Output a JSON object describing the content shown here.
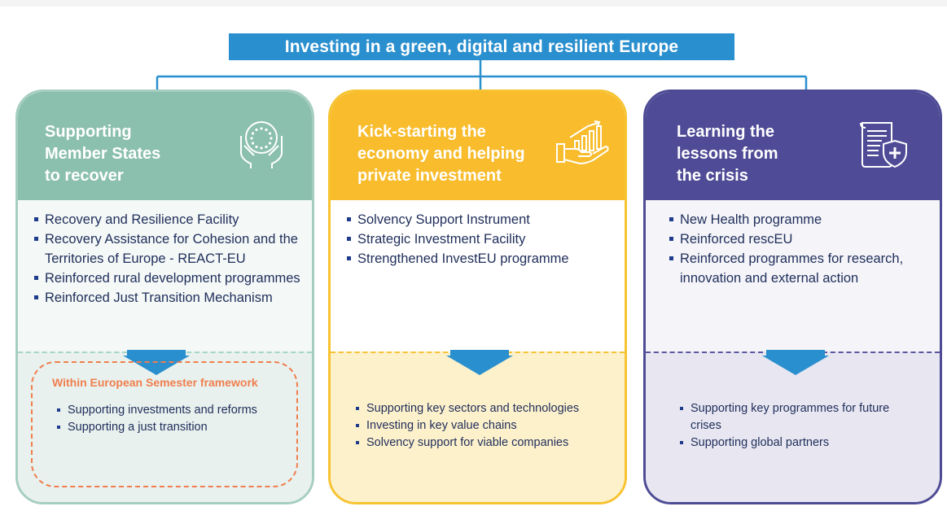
{
  "banner": {
    "title": "Investing in a green, digital and resilient Europe"
  },
  "colors": {
    "banner": "#2a8fce",
    "teal": "#8bbfae",
    "yellow": "#f8bc2c",
    "purple": "#4f4b96",
    "semester_frame": "#f07e4e",
    "bullet_text": "#1f2e5a"
  },
  "pillars": [
    {
      "title": "Supporting\nMember States\nto recover",
      "icon": "hands-holding-eu-stars-icon",
      "items": [
        "Recovery and Resilience Facility",
        "Recovery Assistance for Cohesion and the Territories of Europe - REACT-EU",
        "Reinforced rural development programmes",
        "Reinforced Just Transition Mechanism"
      ],
      "semester_title": "Within European Semester framework",
      "sub_items": [
        "Supporting investments and reforms",
        "Supporting a just transition"
      ]
    },
    {
      "title": "Kick-starting the\neconomy and helping\nprivate investment",
      "icon": "hand-growth-chart-icon",
      "items": [
        "Solvency Support Instrument",
        "Strategic Investment Facility",
        "Strengthened InvestEU programme"
      ],
      "sub_items": [
        "Supporting key sectors and technologies",
        "Investing in key value chains",
        "Solvency support for viable companies"
      ]
    },
    {
      "title": "Learning the\nlessons from\nthe crisis",
      "icon": "health-document-shield-icon",
      "items": [
        "New Health programme",
        "Reinforced rescEU",
        "Reinforced programmes for research, innovation and external action"
      ],
      "sub_items": [
        "Supporting key programmes for future crises",
        "Supporting global partners"
      ]
    }
  ]
}
